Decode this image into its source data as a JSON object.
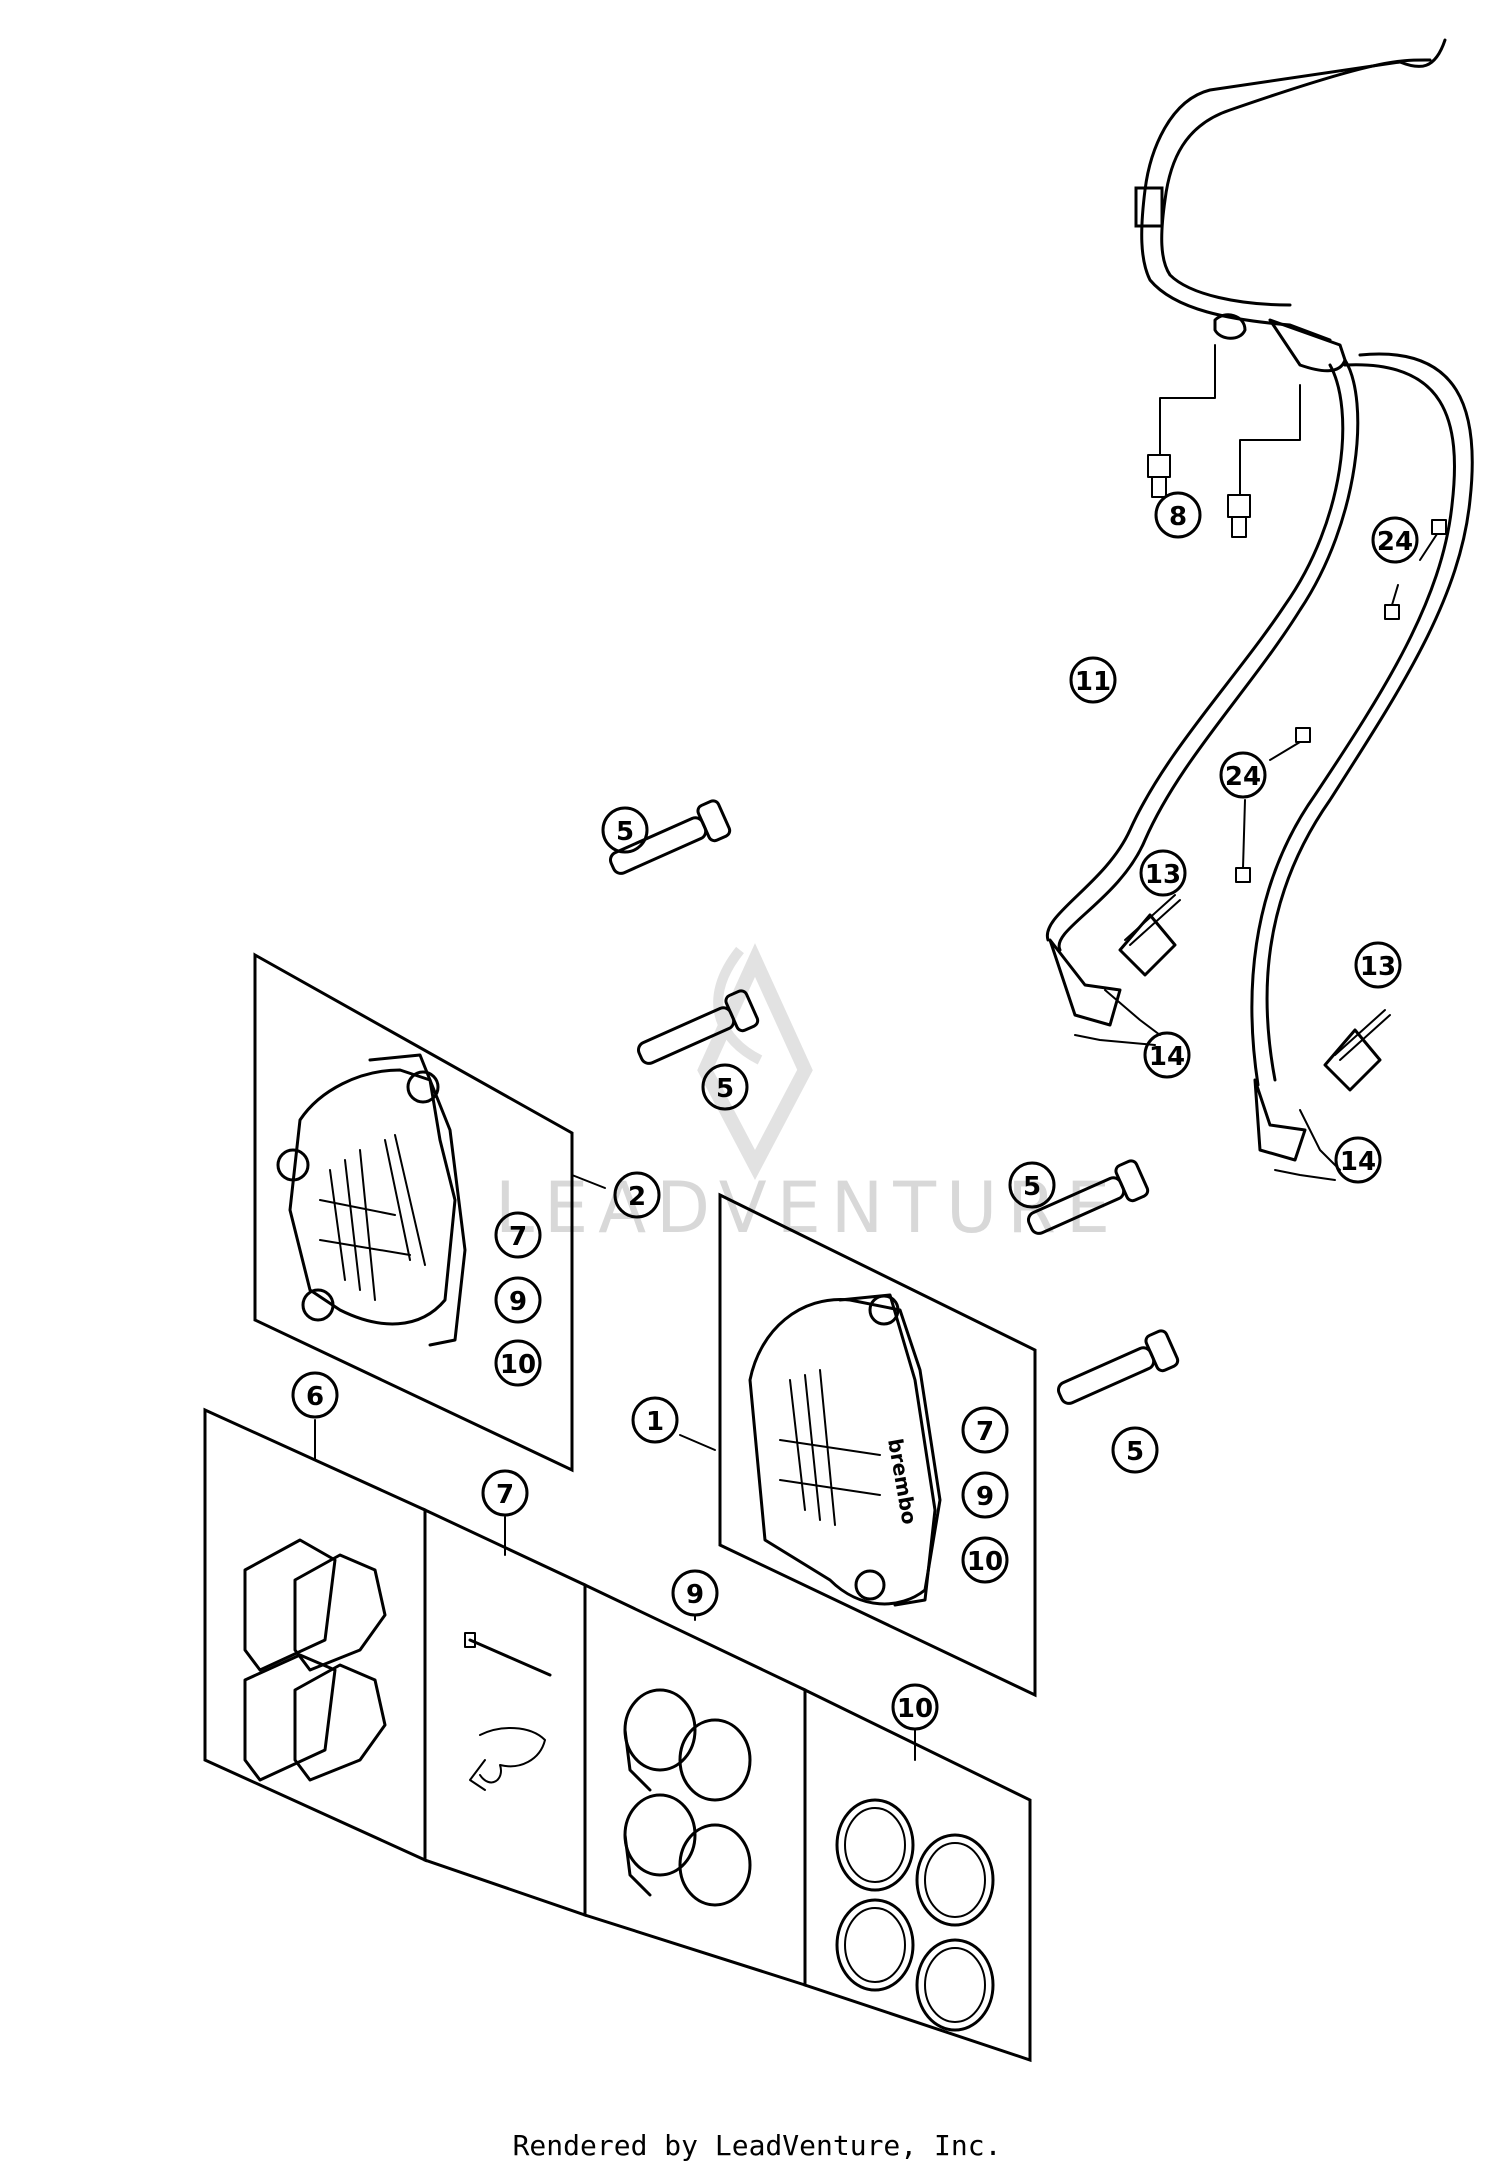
{
  "callouts": [
    {
      "id": "c8",
      "label": "8"
    },
    {
      "id": "c24a",
      "label": "24"
    },
    {
      "id": "c11",
      "label": "11"
    },
    {
      "id": "c24b",
      "label": "24"
    },
    {
      "id": "c13a",
      "label": "13"
    },
    {
      "id": "c13b",
      "label": "13"
    },
    {
      "id": "c14a",
      "label": "14"
    },
    {
      "id": "c14b",
      "label": "14"
    },
    {
      "id": "c5a",
      "label": "5"
    },
    {
      "id": "c5b",
      "label": "5"
    },
    {
      "id": "c5c",
      "label": "5"
    },
    {
      "id": "c5d",
      "label": "5"
    },
    {
      "id": "c2",
      "label": "2"
    },
    {
      "id": "c7a",
      "label": "7"
    },
    {
      "id": "c9a",
      "label": "9"
    },
    {
      "id": "c10a",
      "label": "10"
    },
    {
      "id": "c1",
      "label": "1"
    },
    {
      "id": "c7b",
      "label": "7"
    },
    {
      "id": "c9b",
      "label": "9"
    },
    {
      "id": "c10b",
      "label": "10"
    },
    {
      "id": "c6",
      "label": "6"
    },
    {
      "id": "c7c",
      "label": "7"
    },
    {
      "id": "c9c",
      "label": "9"
    },
    {
      "id": "c10c",
      "label": "10"
    }
  ],
  "caliper_brand": "brembo",
  "watermark": "LEADVENTURE",
  "footer": "Rendered by LeadVenture, Inc."
}
